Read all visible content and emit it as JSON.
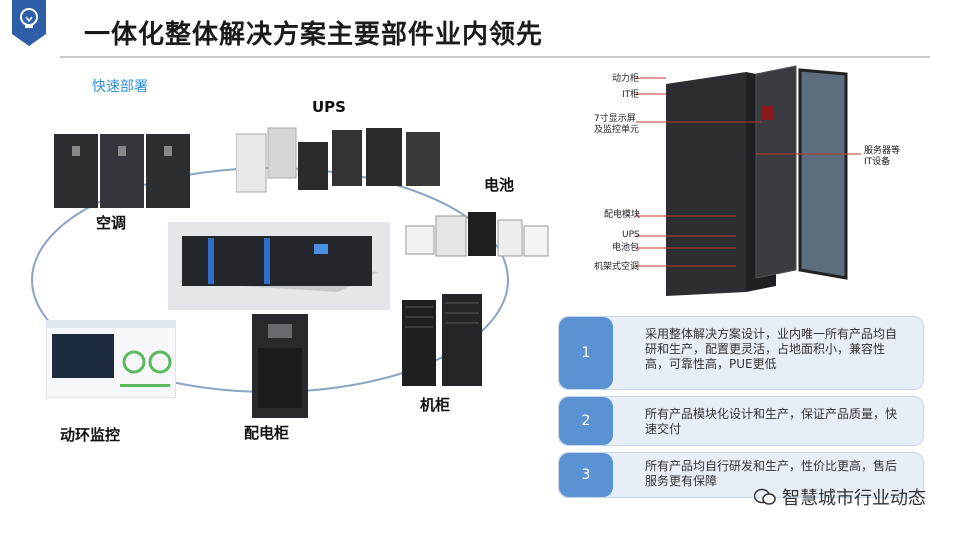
{
  "header": {
    "title": "一体化整体解决方案主要部件业内领先",
    "subtitle": "快速部署"
  },
  "products": {
    "ups": "UPS",
    "battery": "电池",
    "ac": "空调",
    "cabinet": "机柜",
    "monitor": "动环监控",
    "pdu": "配电柜"
  },
  "rack_callouts": {
    "power_cabinet": "动力柜",
    "it_cabinet": "IT柜",
    "display": "7寸显示屏\n及监控单元",
    "pdu_module": "配电模块",
    "ups": "UPS",
    "battery_pack": "电池包",
    "rack_ac": "机架式空调",
    "servers": "服务器等\nIT设备"
  },
  "features": [
    {
      "num": "1",
      "text": "采用整体解决方案设计，业内唯一所有产品均自研和生产，配置更灵活，占地面积小，兼容性高，可靠性高，PUE更低"
    },
    {
      "num": "2",
      "text": "所有产品模块化设计和生产，保证产品质量，快速交付"
    },
    {
      "num": "3",
      "text": "所有产品均自行研发和生产，性价比更高，售后服务更有保障"
    }
  ],
  "watermark": "智慧城市行业动态"
}
